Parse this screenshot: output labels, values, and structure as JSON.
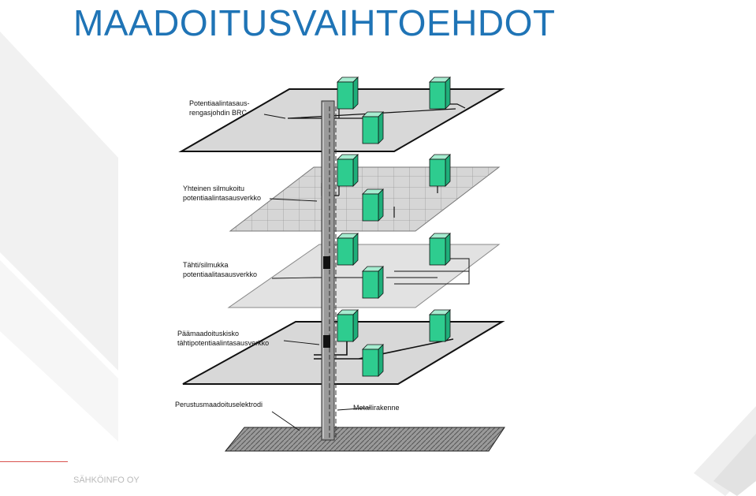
{
  "title": "MAADOITUSVAIHTOEHDOT",
  "footer": "SÄHKÖINFO OY",
  "colors": {
    "title": "#1f74b6",
    "equipment": "#2ecc8f",
    "footer_line": "#d9534f"
  },
  "labels": {
    "brc_line1": "Potentiaalintasaus-",
    "brc_line2": "rengasjohdin BRC",
    "mesh_line1": "Yhteinen silmukoitu",
    "mesh_line2": "potentiaalintasausverkko",
    "star_mesh_line1": "Tähti/silmukka",
    "star_mesh_line2": "potentiaalitasausverkko",
    "main_bar_line1": "Päämaadoituskisko",
    "main_bar_line2": "tähtipotentiaalintasausverkko",
    "foundation": "Perustusmaadoituselektrodi",
    "metal_structure": "Metallirakenne"
  }
}
